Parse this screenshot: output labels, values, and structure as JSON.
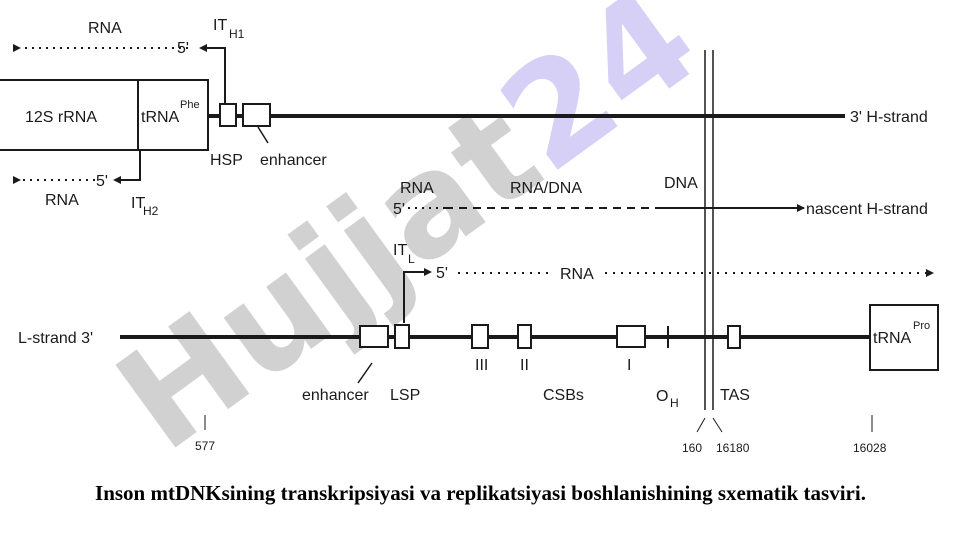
{
  "watermark": {
    "text": "Hujjat24",
    "color_a": "#c9c9c9",
    "color_b": "#cfc8f5"
  },
  "top_strand": {
    "rna_left_upper": "RNA",
    "five_prime_upper": "5'",
    "it_h1": "IT",
    "it_h1_sub": "H1",
    "box_12s": "12S rRNA",
    "box_trna": "tRNA",
    "box_trna_sup": "Phe",
    "hsp": "HSP",
    "enhancer": "enhancer",
    "h_strand": "3' H-strand",
    "rna_left_lower": "RNA",
    "five_prime_lower": "5'",
    "it_h2": "IT",
    "it_h2_sub": "H2"
  },
  "middle": {
    "rna": "RNA",
    "rna_dna": "RNA/DNA",
    "dna": "DNA",
    "five_prime": "5'",
    "nascent": "nascent H-strand",
    "it_l": "IT",
    "it_l_sub": "L",
    "lsp_five_prime": "5'",
    "lsp_rna": "RNA"
  },
  "bottom_strand": {
    "l_strand": "L-strand 3'",
    "enhancer": "enhancer",
    "lsp": "LSP",
    "csb_iii": "III",
    "csb_ii": "II",
    "csb_i": "I",
    "csbs": "CSBs",
    "oh": "O",
    "oh_sub": "H",
    "tas": "TAS",
    "trna": "tRNA",
    "trna_sup": "Pro",
    "pos_577": "577",
    "pos_160": "160",
    "pos_16180": "16180",
    "pos_16028": "16028"
  },
  "caption": "Inson mtDNKsining transkripsiyasi va replikatsiyasi boshlanishining sxematik tasviri."
}
